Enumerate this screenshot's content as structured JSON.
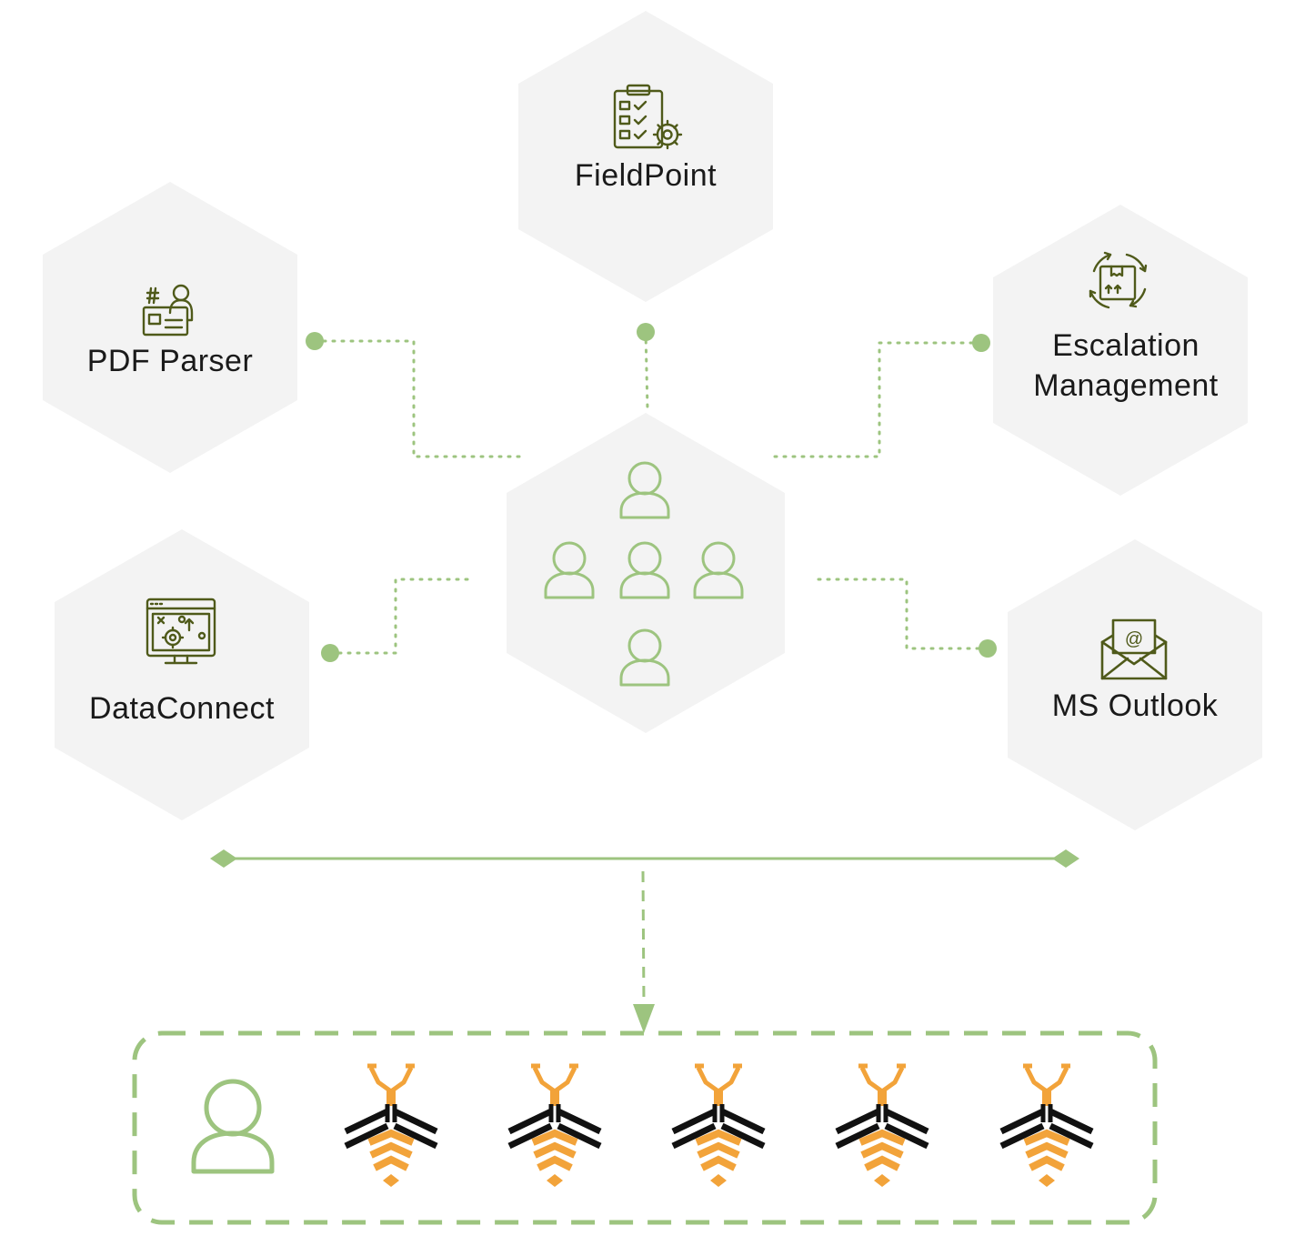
{
  "nodes": {
    "fieldpoint": {
      "label": "FieldPoint",
      "icon": "clipboard-gear-icon"
    },
    "pdf_parser": {
      "label": "PDF Parser",
      "icon": "id-card-user-icon"
    },
    "escalation": {
      "label_line1": "Escalation",
      "label_line2": "Management",
      "icon": "box-cycle-icon"
    },
    "dataconnect": {
      "label": "DataConnect",
      "icon": "monitor-gear-icon"
    },
    "ms_outlook": {
      "label": "MS Outlook",
      "icon": "envelope-at-icon"
    },
    "center_team": {
      "icon": "user-group-icon",
      "member_count": 5
    }
  },
  "bottom_group": {
    "members": [
      "user-icon",
      "bee-icon",
      "bee-icon",
      "bee-icon",
      "bee-icon",
      "bee-icon"
    ]
  },
  "colors": {
    "hex_fill": "#f3f3f3",
    "accent_green": "#9dc47f",
    "icon_olive": "#4f5a1a",
    "bee_orange": "#f2a33a",
    "bee_black": "#111111",
    "text": "#1a1a1a"
  }
}
